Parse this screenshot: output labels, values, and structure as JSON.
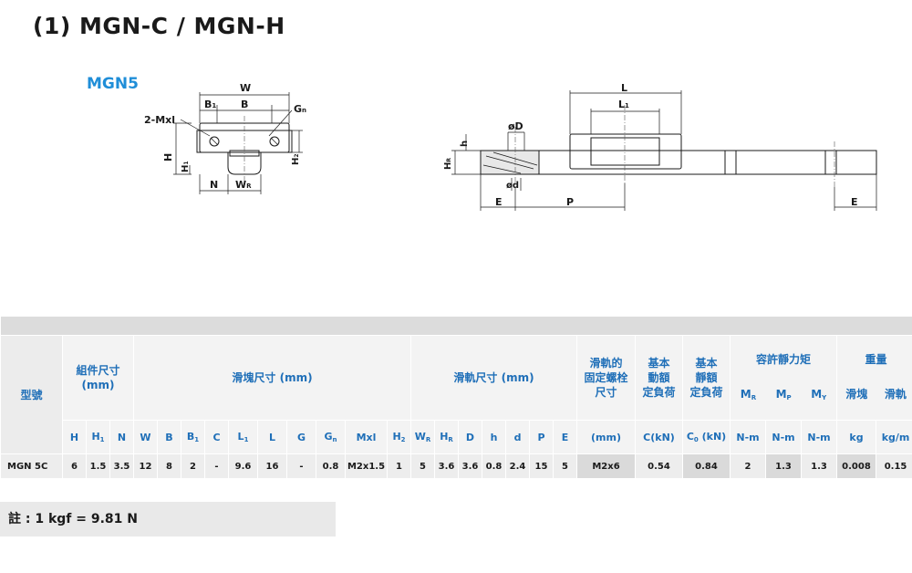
{
  "title": "(1) MGN-C / MGN-H",
  "model_label": "MGN5",
  "drawing_left": {
    "labels": {
      "W": "W",
      "B1": "B",
      "B1_sub": "1",
      "B": "B",
      "Gn": "G",
      "Gn_sub": "n",
      "Mxl": "2-Mxl",
      "H": "H",
      "H1": "H",
      "H1_sub": "1",
      "H2": "H",
      "H2_sub": "2",
      "N": "N",
      "WR": "W",
      "WR_sub": "R"
    }
  },
  "drawing_right": {
    "labels": {
      "L": "L",
      "L1": "L",
      "L1_sub": "1",
      "h": "h",
      "D": "øD",
      "HR": "H",
      "HR_sub": "R",
      "d": "ød",
      "E_left": "E",
      "P": "P",
      "E_right": "E"
    }
  },
  "table": {
    "groups": {
      "model": "型號",
      "assembly": "組件尺寸\n(mm)",
      "block": "滑塊尺寸 (mm)",
      "rail": "滑軌尺寸 (mm)",
      "bolt": "滑軌的\n固定螺栓\n尺寸",
      "dynamic": "基本\n動額\n定負荷",
      "static": "基本\n靜額\n定負荷",
      "moment": "容許靜力矩",
      "weight": "重量"
    },
    "moment_subs": [
      "M",
      "M",
      "M"
    ],
    "moment_subs_idx": [
      "R",
      "P",
      "Y"
    ],
    "weight_subs": [
      "滑塊",
      "滑軌"
    ],
    "cols": [
      {
        "t": "H",
        "s": ""
      },
      {
        "t": "H",
        "s": "1"
      },
      {
        "t": "N",
        "s": ""
      },
      {
        "t": "W",
        "s": ""
      },
      {
        "t": "B",
        "s": ""
      },
      {
        "t": "B",
        "s": "1"
      },
      {
        "t": "C",
        "s": ""
      },
      {
        "t": "L",
        "s": "1"
      },
      {
        "t": "L",
        "s": ""
      },
      {
        "t": "G",
        "s": ""
      },
      {
        "t": "G",
        "s": "n"
      },
      {
        "t": "Mxl",
        "s": ""
      },
      {
        "t": "H",
        "s": "2"
      },
      {
        "t": "W",
        "s": "R"
      },
      {
        "t": "H",
        "s": "R"
      },
      {
        "t": "D",
        "s": ""
      },
      {
        "t": "h",
        "s": ""
      },
      {
        "t": "d",
        "s": ""
      },
      {
        "t": "P",
        "s": ""
      },
      {
        "t": "E",
        "s": ""
      },
      {
        "t": "(mm)",
        "s": ""
      },
      {
        "t": "C(kN)",
        "s": ""
      },
      {
        "t": "C",
        "s": "0",
        "t2": " (kN)"
      },
      {
        "t": "N-m",
        "s": ""
      },
      {
        "t": "N-m",
        "s": ""
      },
      {
        "t": "N-m",
        "s": ""
      },
      {
        "t": "kg",
        "s": ""
      },
      {
        "t": "kg/m",
        "s": ""
      }
    ],
    "row": [
      "MGN 5C",
      "6",
      "1.5",
      "3.5",
      "12",
      "8",
      "2",
      "-",
      "9.6",
      "16",
      "-",
      "0.8",
      "M2x1.5",
      "1",
      "5",
      "3.6",
      "3.6",
      "0.8",
      "2.4",
      "15",
      "5",
      "M2x6",
      "0.54",
      "0.84",
      "2",
      "1.3",
      "1.3",
      "0.008",
      "0.15"
    ]
  },
  "note": "註 : 1 kgf = 9.81 N"
}
